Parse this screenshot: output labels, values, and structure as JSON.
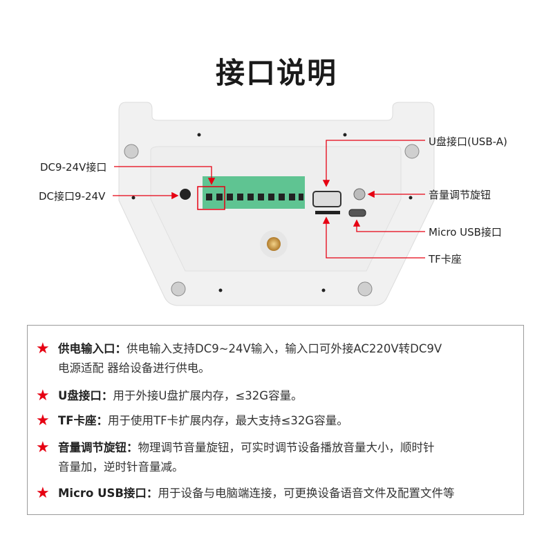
{
  "title": "接口说明",
  "callouts": {
    "dc_terminal": "DC9-24V接口",
    "dc_jack": "DC接口9-24V",
    "usb_a": "U盘接口(USB-A)",
    "volume": "音量调节旋钮",
    "micro_usb": "Micro USB接口",
    "tf": "TF卡座"
  },
  "items": [
    {
      "icon": "star-icon",
      "head": "供电输入口：",
      "body": "供电输入支持DC9~24V输入，输入口可外接AC220V转DC9V",
      "body2": "电源适配 器给设备进行供电。"
    },
    {
      "icon": "star-icon",
      "head": "U盘接口：",
      "body": "用于外接U盘扩展内存，≤32G容量。"
    },
    {
      "icon": "star-icon",
      "head": "TF卡座：",
      "body": "用于使用TF卡扩展内存，最大支持≤32G容量。"
    },
    {
      "icon": "star-icon",
      "head": "音量调节旋钮：",
      "body": "物理调节音量旋钮，可实时调节设备播放音量大小，顺时针",
      "body2": "音量加，逆时针音量减。"
    },
    {
      "icon": "star-icon",
      "head": "Micro USB接口：",
      "body": "用于设备与电脑端连接，可更换设备语音文件及配置文件等"
    }
  ],
  "colors": {
    "accent": "#e60012",
    "terminal": "#5fc492"
  }
}
